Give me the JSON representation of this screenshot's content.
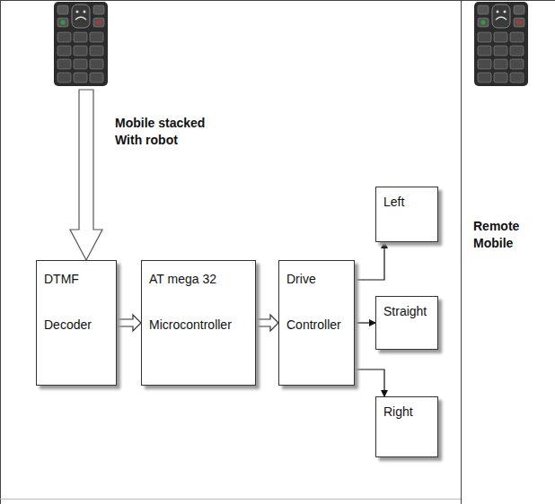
{
  "diagram": {
    "nodes": [
      {
        "text": [
          "DTMF",
          "Decoder"
        ]
      },
      {
        "text": [
          "AT mega 32",
          "Microcontroller"
        ]
      },
      {
        "text": [
          "Drive",
          "Controller"
        ]
      },
      {
        "text": [
          "Left"
        ]
      },
      {
        "text": [
          "Straight"
        ]
      },
      {
        "text": [
          "Right"
        ]
      }
    ],
    "edges": [
      {
        "from": 0,
        "to": 1,
        "arrow": "to"
      },
      {
        "from": 1,
        "to": 2,
        "arrow": "to"
      },
      {
        "from": 2,
        "to": 3,
        "arrow": "to"
      },
      {
        "from": 2,
        "to": 4,
        "arrow": "to"
      },
      {
        "from": 2,
        "to": 5,
        "arrow": "to"
      }
    ],
    "labels": [
      "Mobile stacked With robot",
      "Remote Mobile"
    ]
  }
}
